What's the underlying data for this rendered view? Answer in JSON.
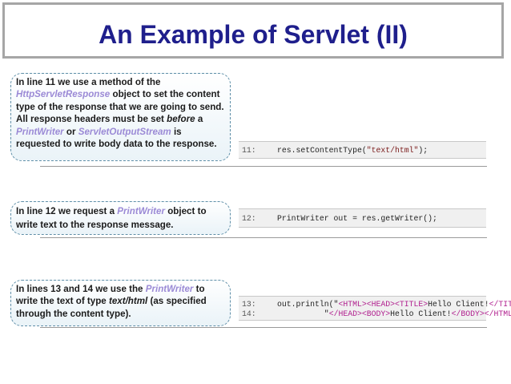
{
  "slide": {
    "title": "An Example of Servlet (II)"
  },
  "notes": [
    {
      "segments": [
        {
          "text": "In line 11 we use a method of the ",
          "style": "normal"
        },
        {
          "text": "HttpServletResponse",
          "style": "alt"
        },
        {
          "text": " object to set the content type of the response that we are going to send. All response headers must be set ",
          "style": "normal"
        },
        {
          "text": "before",
          "style": "em"
        },
        {
          "text": " a ",
          "style": "normal"
        },
        {
          "text": "PrintWriter",
          "style": "alt"
        },
        {
          "text": " or ",
          "style": "normal"
        },
        {
          "text": "ServletOutputStream",
          "style": "alt"
        },
        {
          "text": " is requested to write body data to the response.",
          "style": "normal"
        }
      ]
    },
    {
      "segments": [
        {
          "text": "In line 12 we request a ",
          "style": "normal"
        },
        {
          "text": "PrintWriter",
          "style": "alt"
        },
        {
          "text": " object to write text to the response message.",
          "style": "normal"
        }
      ]
    },
    {
      "segments": [
        {
          "text": "In lines 13 and 14 we use the ",
          "style": "normal"
        },
        {
          "text": "PrintWriter",
          "style": "alt"
        },
        {
          "text": " to write the text of type ",
          "style": "normal"
        },
        {
          "text": "text/html",
          "style": "em"
        },
        {
          "text": " (as specified through the content type).",
          "style": "normal"
        }
      ]
    }
  ],
  "code": {
    "line11": {
      "no": "11:",
      "pre": "res.setContentType(",
      "str": "\"text/html\"",
      "post": ");"
    },
    "line12": {
      "no": "12:",
      "text": "PrintWriter out = res.getWriter();"
    },
    "line13": {
      "no": "13:",
      "pre": "out.println(\"",
      "t1": "<HTML><HEAD><TITLE>",
      "mid": "Hello Client!",
      "t2": "</TITLE>",
      "post": "\"+"
    },
    "line14": {
      "no": "14:",
      "pre": "\"",
      "t1": "</HEAD><BODY>",
      "mid": "Hello Client!",
      "t2": "</BODY></HTML>",
      "post": "\");"
    }
  },
  "colors": {
    "title": "#1f1f8c",
    "highlight_term": "#9b8ad6",
    "note_border": "#5f8fa8"
  }
}
